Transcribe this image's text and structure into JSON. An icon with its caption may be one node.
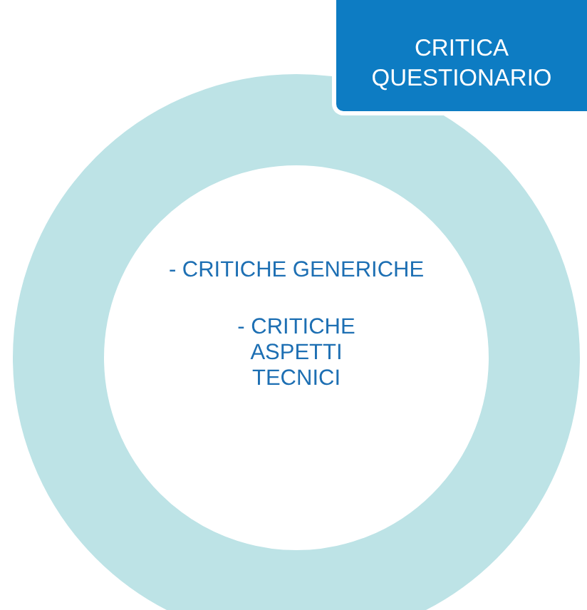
{
  "diagram": {
    "nodes": [
      {
        "text": [
          "CRITICA QUESTIONARIO"
        ]
      },
      {
        "text": [
          "- CRITICHE GENERICHE",
          "- CRITICHE ASPETTI TECNICI"
        ]
      }
    ]
  }
}
